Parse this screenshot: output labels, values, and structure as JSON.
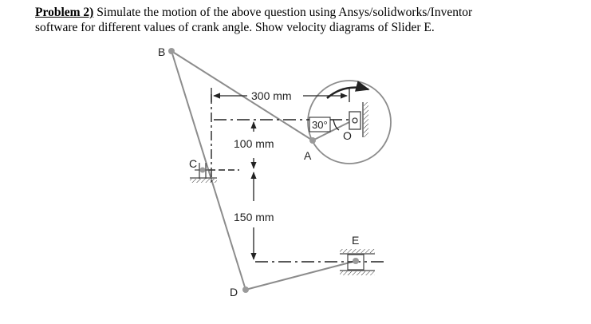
{
  "problem": {
    "number": "Problem 2)",
    "line1": " Simulate the motion of the above question using Ansys/solidworks/Inventor",
    "line2": "software for different values of crank angle. Show velocity diagrams of Slider E."
  },
  "diagram": {
    "points": {
      "B": "B",
      "A": "A",
      "O": "O",
      "C": "C",
      "D": "D",
      "E": "E"
    },
    "dimensions": {
      "horizontal": "300 mm",
      "vertical_upper": "100 mm",
      "vertical_lower": "150 mm",
      "crank_angle": "30°"
    },
    "colors": {
      "link": "#8c8c8c",
      "ink": "#222222",
      "joint": "#9a9a9a"
    }
  }
}
